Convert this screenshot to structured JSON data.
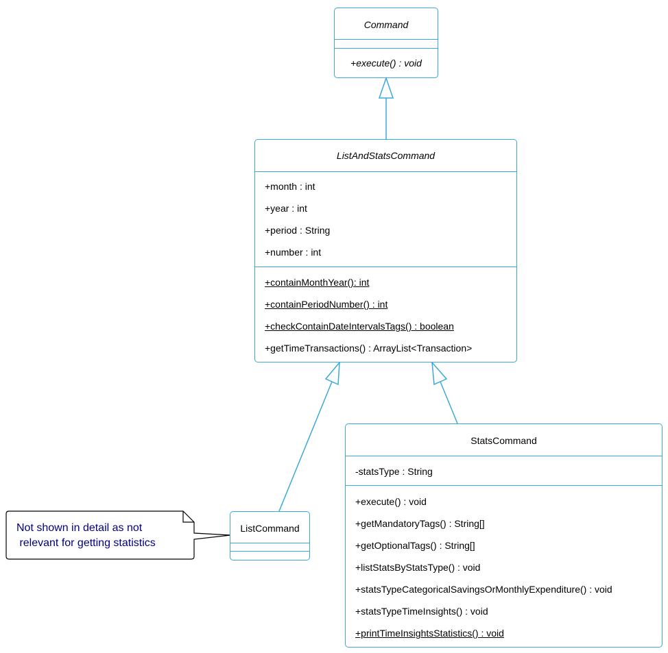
{
  "classes": {
    "command": {
      "name": "Command",
      "attributes": [],
      "methods": [
        {
          "text": "+execute() : void",
          "static": false,
          "abstract": true
        }
      ]
    },
    "list_and_stats": {
      "name": "ListAndStatsCommand",
      "attributes": [
        "+month : int",
        "+year : int",
        "+period : String",
        "+number : int"
      ],
      "methods": [
        {
          "text": "+containMonthYear(): int",
          "static": true
        },
        {
          "text": "+containPeriodNumber() : int",
          "static": true
        },
        {
          "text": "+checkContainDateIntervalsTags() : boolean",
          "static": true
        },
        {
          "text": "+getTimeTransactions() : ArrayList<Transaction>",
          "static": false
        }
      ]
    },
    "list_command": {
      "name": "ListCommand",
      "attributes": [],
      "methods": []
    },
    "stats_command": {
      "name": "StatsCommand",
      "attributes": [
        "-statsType : String"
      ],
      "methods": [
        {
          "text": "+execute() : void",
          "static": false
        },
        {
          "text": "+getMandatoryTags() : String[]",
          "static": false
        },
        {
          "text": "+getOptionalTags() : String[]",
          "static": false
        },
        {
          "text": "+listStatsByStatsType() : void",
          "static": false
        },
        {
          "text": "+statsTypeCategoricalSavingsOrMonthlyExpenditure() : void",
          "static": false
        },
        {
          "text": "+statsTypeTimeInsights() : void",
          "static": false
        },
        {
          "text": "+printTimeInsightsStatistics() : void",
          "static": true
        }
      ]
    }
  },
  "note": {
    "line1": "Not shown in detail as not",
    "line2": " relevant for getting statistics"
  },
  "relations": [
    {
      "from": "ListAndStatsCommand",
      "to": "Command",
      "type": "generalization"
    },
    {
      "from": "ListCommand",
      "to": "ListAndStatsCommand",
      "type": "generalization"
    },
    {
      "from": "StatsCommand",
      "to": "ListAndStatsCommand",
      "type": "generalization"
    }
  ],
  "colors": {
    "border": "#3aa8dc",
    "note_text": "#000080",
    "note_border": "#000000"
  }
}
